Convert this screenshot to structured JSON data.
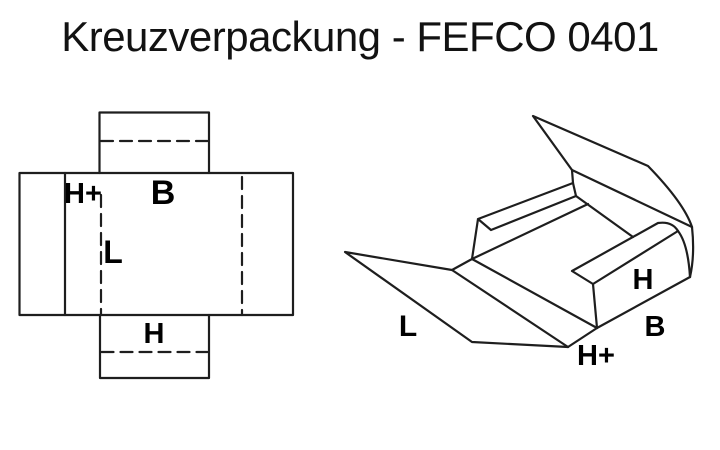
{
  "title": "Kreuzverpackung - FEFCO 0401",
  "flat_diagram": {
    "description": "flat die-cut blank of cross wrap",
    "labels": {
      "h_plus": "H+",
      "b": "B",
      "l": "L",
      "h": "H"
    }
  },
  "iso_diagram": {
    "description": "partially folded box, 3D view",
    "labels": {
      "l": "L",
      "h": "H",
      "b": "B",
      "h_plus": "H+"
    }
  },
  "colors": {
    "line": "#1e1e1e",
    "background": "#ffffff",
    "title_text": "#121212"
  }
}
